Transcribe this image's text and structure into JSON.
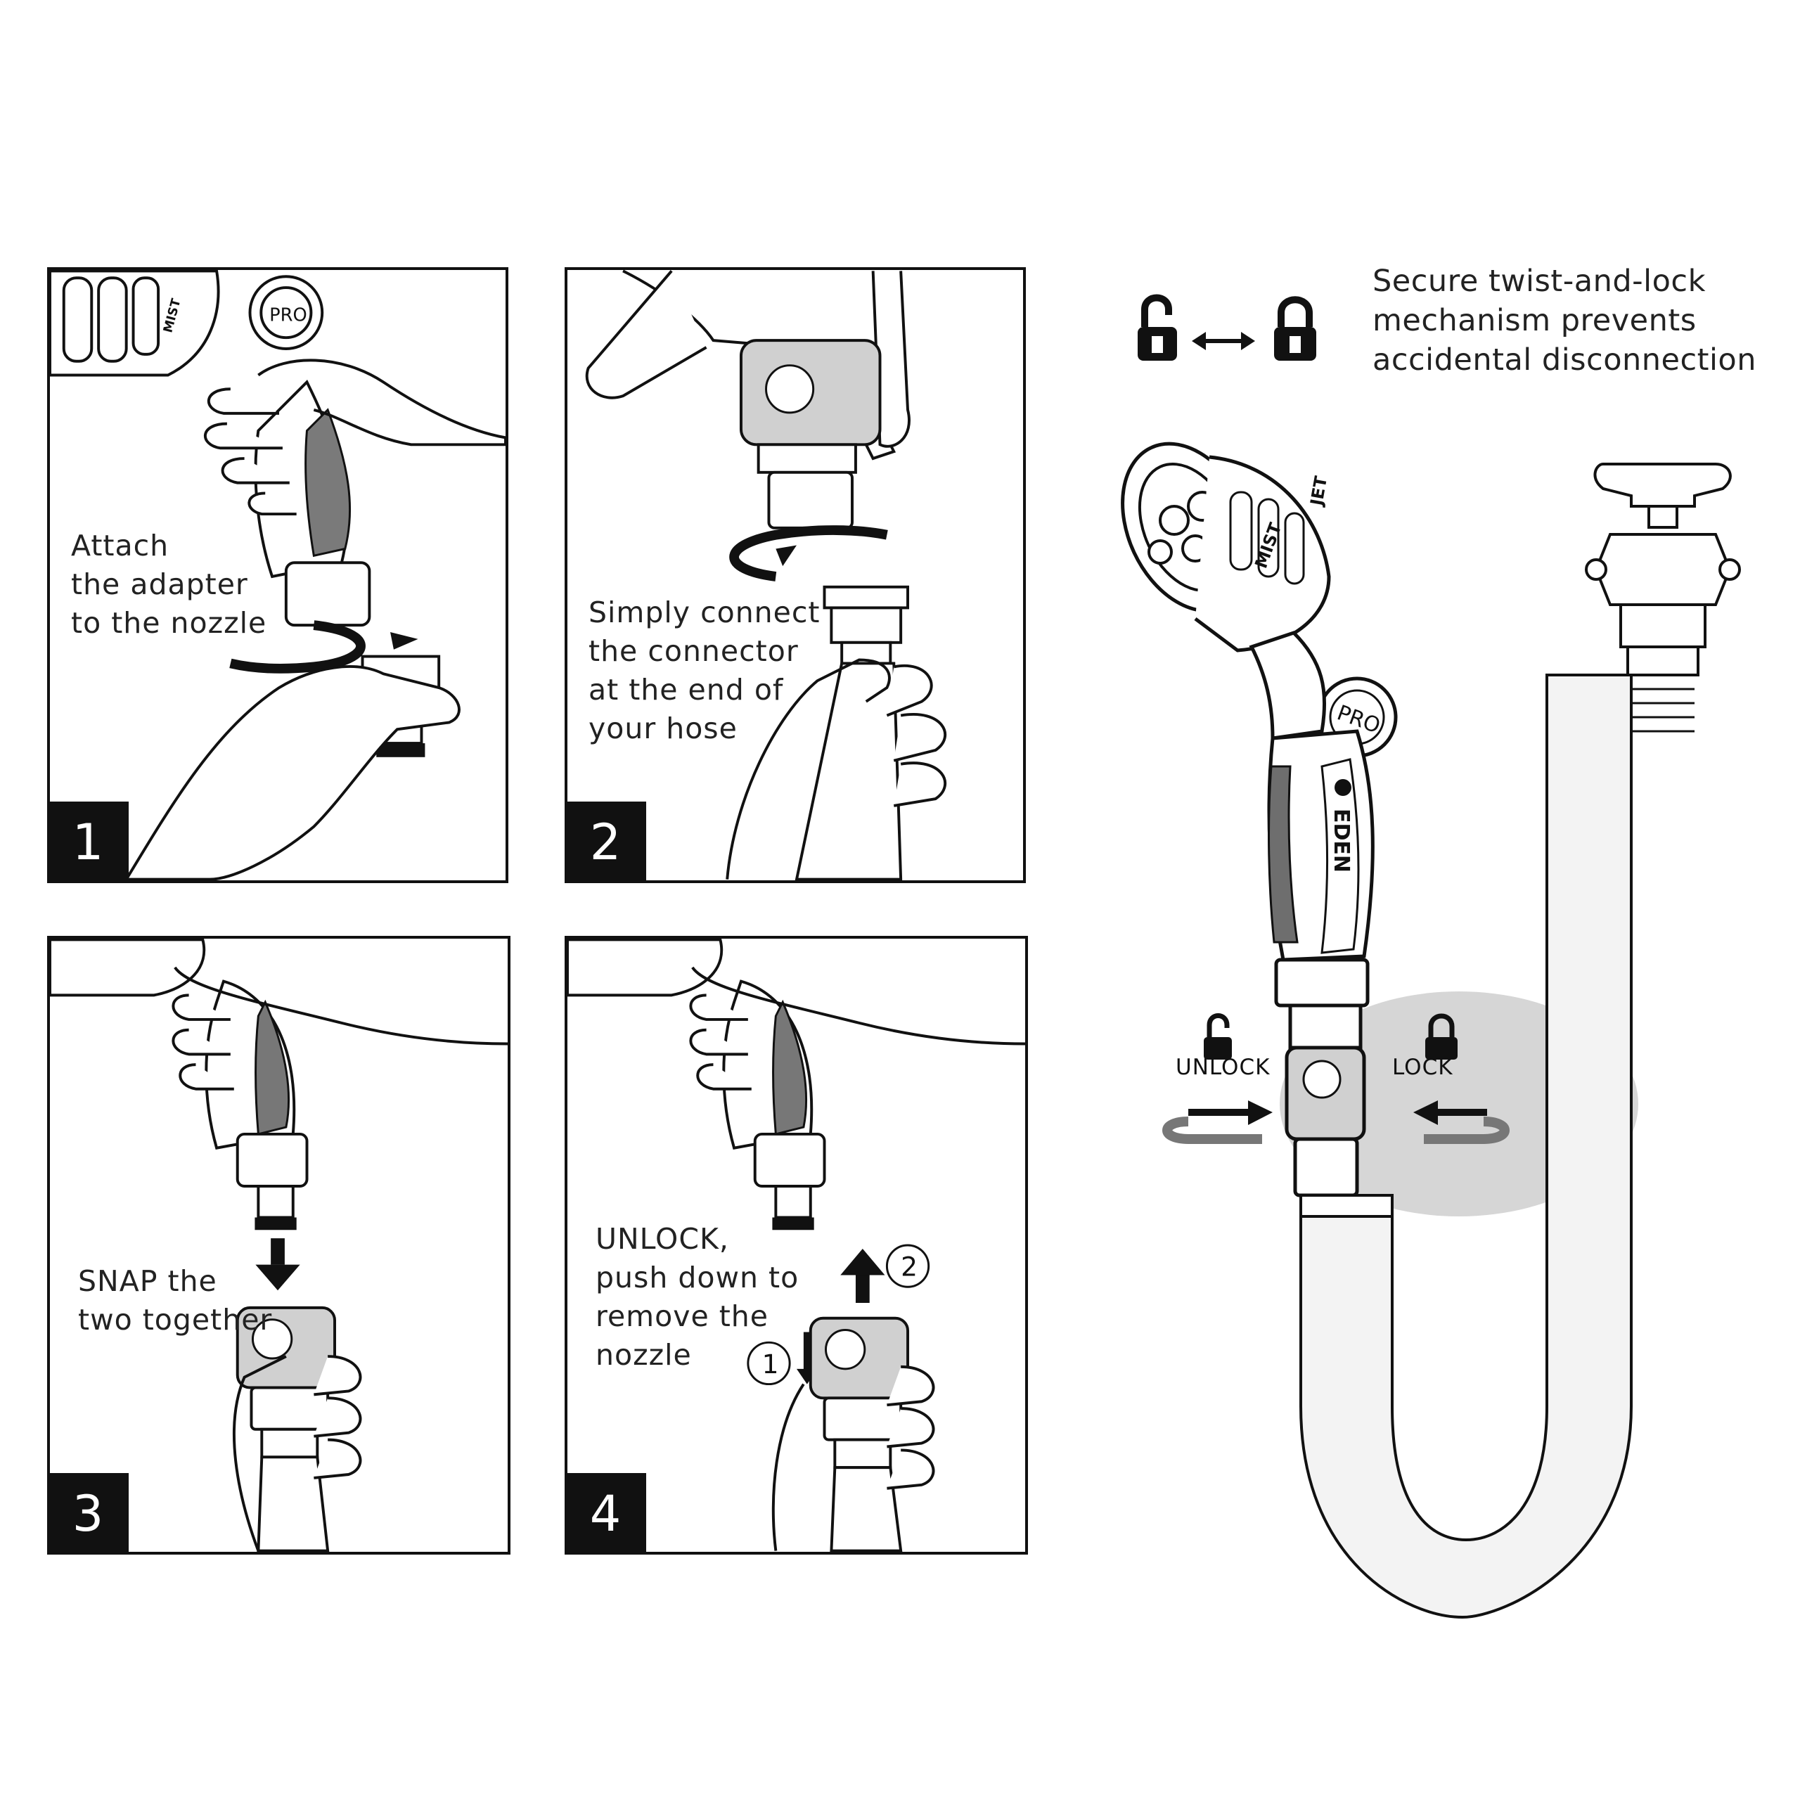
{
  "steps": [
    {
      "number": "1",
      "lines": [
        "Attach",
        "the adapter",
        "to the nozzle"
      ]
    },
    {
      "number": "2",
      "lines": [
        "Simply connect",
        "the connector",
        "at the end of",
        "your hose"
      ]
    },
    {
      "number": "3",
      "lines": [
        "SNAP the",
        "two together"
      ]
    },
    {
      "number": "4",
      "lines": [
        "UNLOCK,",
        "push down to",
        "remove the",
        "nozzle"
      ],
      "callouts": [
        "1",
        "2"
      ]
    }
  ],
  "secure": {
    "lines": [
      "Secure twist-and-lock",
      "mechanism prevents",
      "accidental disconnection"
    ]
  },
  "nozzle_labels": {
    "spray_jet": "JET",
    "spray_mist": "MIST",
    "pro_badge": "PRO",
    "brand": "EDEN"
  },
  "lock_labels": {
    "unlock": "UNLOCK",
    "lock": "LOCK"
  },
  "icons": [
    "padlock-open-icon",
    "double-arrow-icon",
    "padlock-closed-icon",
    "rotate-arrow-icon"
  ],
  "colors": {
    "ink": "#111111",
    "panel_border": "#111111",
    "badge_bg": "#111111",
    "highlight_ellipse": "#d6d6d6",
    "rubber_grip": "#6e6e6e"
  }
}
